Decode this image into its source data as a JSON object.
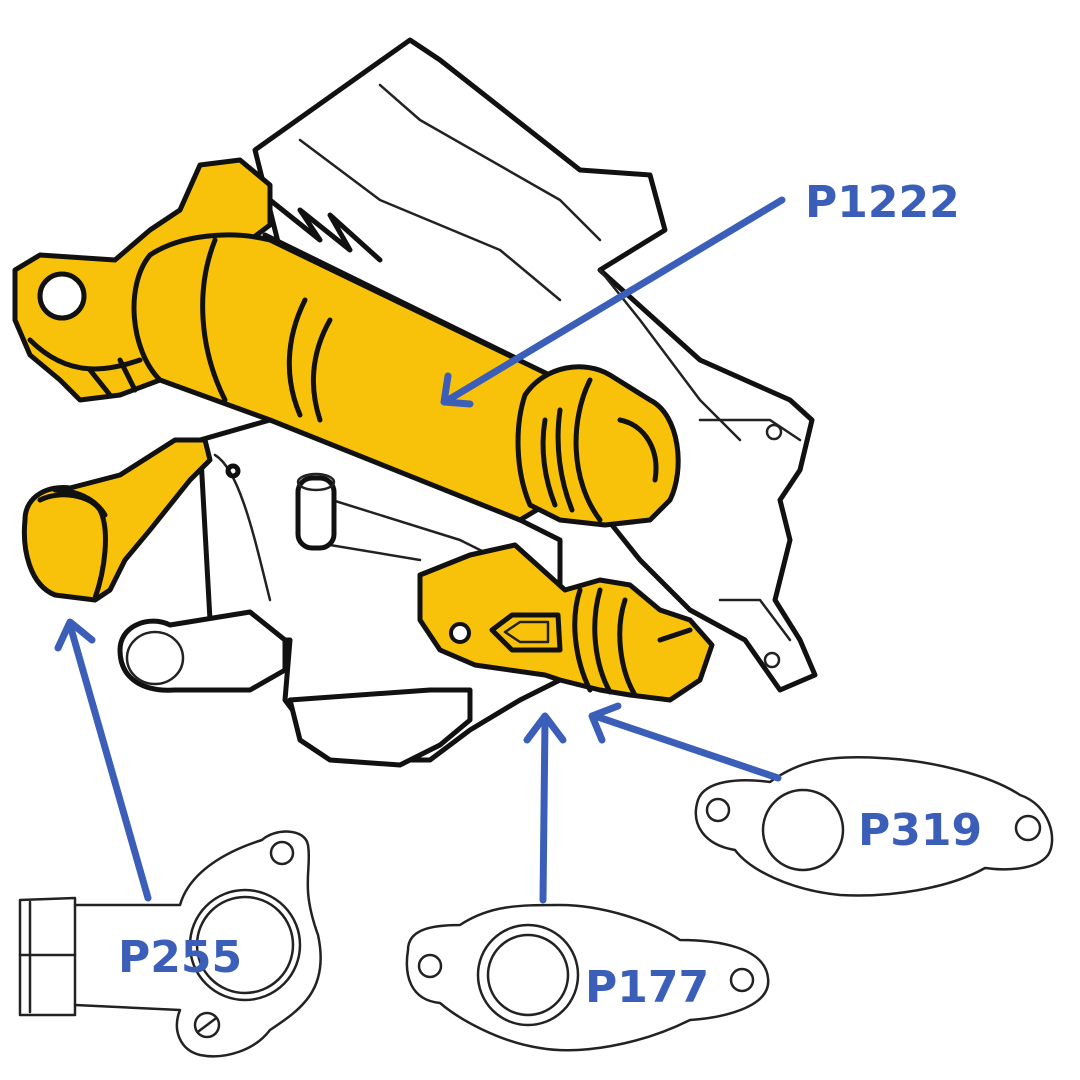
{
  "colors": {
    "highlight": "#F9C20A",
    "arrow": "#3B5FB8",
    "label": "#3B5FB8",
    "outline": "#111111"
  },
  "labels": {
    "p1222": "P1222",
    "p255": "P255",
    "p177": "P177",
    "p319": "P319"
  }
}
